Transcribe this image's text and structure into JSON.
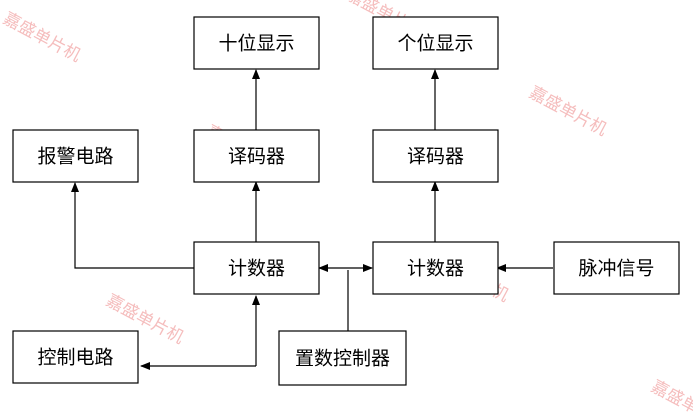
{
  "diagram": {
    "nodes": {
      "tens_display": "十位显示",
      "ones_display": "个位显示",
      "alarm_circuit": "报警电路",
      "decoder_tens": "译码器",
      "decoder_ones": "译码器",
      "counter_tens": "计数器",
      "counter_ones": "计数器",
      "pulse_signal": "脉冲信号",
      "control_circuit": "控制电路",
      "preset_controller": "置数控制器"
    },
    "watermark": "嘉盛单片机"
  },
  "colors": {
    "stroke": "#000000",
    "background": "#ffffff",
    "watermark": "#f2a8a8"
  }
}
